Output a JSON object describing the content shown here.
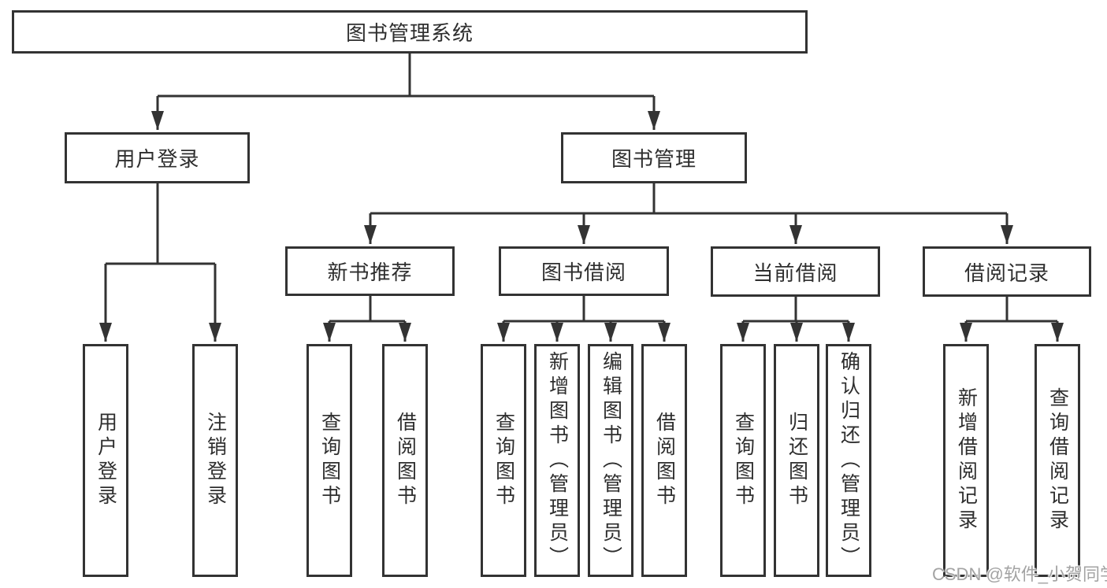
{
  "colors": {
    "line": "#333333",
    "text": "#2e2e2e",
    "background": "#ffffff",
    "watermark": "#a3a3a3"
  },
  "tree": {
    "root": "图书管理系统",
    "user_login": {
      "label": "用户登录",
      "children": {
        "login": "用户登录",
        "logout": "注销登录"
      }
    },
    "book_management": {
      "label": "图书管理",
      "modules": {
        "new_book_recommend": {
          "label": "新书推荐",
          "children": {
            "query_books": "查询图书",
            "borrow_books": "借阅图书"
          }
        },
        "book_borrow": {
          "label": "图书借阅",
          "children": {
            "query_books": "查询图书",
            "add_books": "新增图书（管理员）",
            "edit_books": "编辑图书（管理员）",
            "borrow_books": "借阅图书"
          }
        },
        "current_borrow": {
          "label": "当前借阅",
          "children": {
            "query_books": "查询图书",
            "return_books": "归还图书",
            "confirm_return": "确认归还（管理员）"
          }
        },
        "borrow_records": {
          "label": "借阅记录",
          "children": {
            "add_record": "新增借阅记录",
            "query_record": "查询借阅记录"
          }
        }
      }
    }
  },
  "watermark": "CSDN @软件_小贺同学"
}
